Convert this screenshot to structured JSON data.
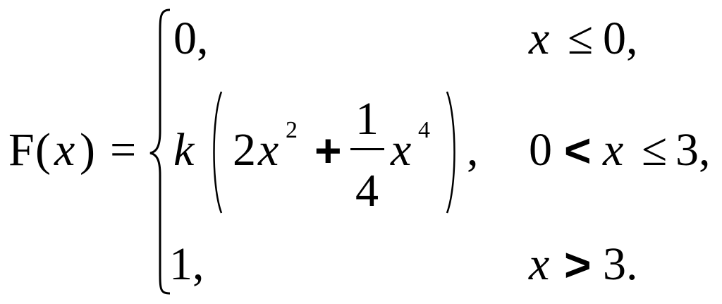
{
  "lhs": {
    "func": "F",
    "open": "(",
    "var": "x",
    "close": ")",
    "eq": "="
  },
  "cases": [
    {
      "value": "0,",
      "condition": {
        "var": "x",
        "op": "≤",
        "bound": "0,"
      }
    },
    {
      "coef": "k",
      "term1_coef": "2",
      "term1_var": "x",
      "term1_exp": "2",
      "plus": "+",
      "frac_num": "1",
      "frac_den": "4",
      "term2_var": "x",
      "term2_exp": "4",
      "trail": ",",
      "condition": {
        "lower": "0",
        "op1": "<",
        "var": "x",
        "op2": "≤",
        "bound": "3,"
      }
    },
    {
      "value": "1,",
      "condition": {
        "var": "x",
        "op": ">",
        "bound": "3."
      }
    }
  ]
}
